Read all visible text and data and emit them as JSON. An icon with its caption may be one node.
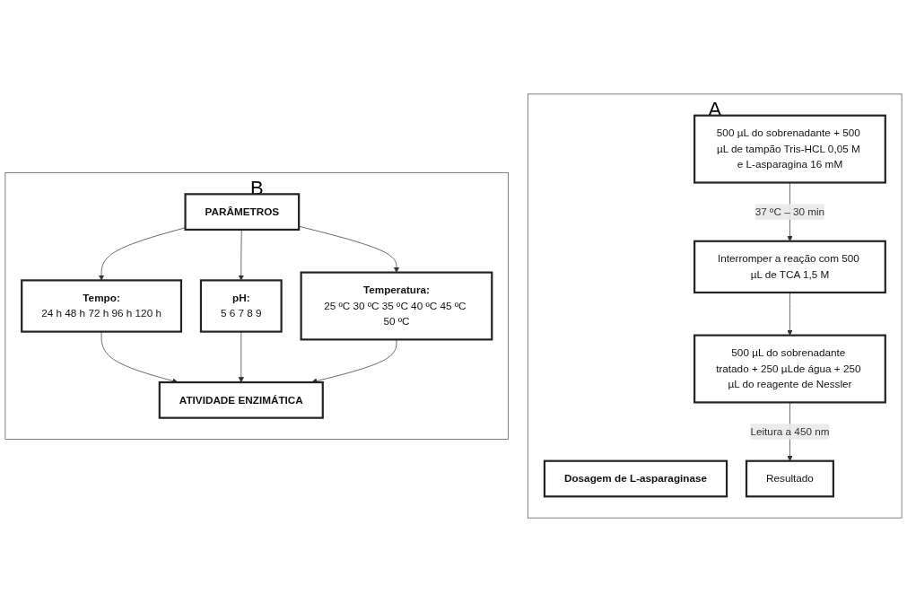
{
  "diagram": {
    "nodes": [
      {
        "text": [
          "A"
        ]
      },
      {
        "text": [
          "Dosagem de L-asparaginase"
        ],
        "in": 0
      },
      {
        "text": [
          "500 µL do sobrenadante + 500 µL de tampão Tris-HCL 0,05 M e L-asparagina 16 mM"
        ],
        "in": 0
      },
      {
        "text": [
          "Interromper a reação com 500 µL de TCA 1,5 M"
        ],
        "in": 0
      },
      {
        "text": [
          "500 µL do sobrenadante tratado + 250 µLde água + 250 µL do reagente de Nessler"
        ],
        "in": 0
      },
      {
        "text": [
          "Resultado"
        ],
        "in": 0
      },
      {
        "text": [
          "B"
        ]
      },
      {
        "text": [
          "PARÂMETROS"
        ],
        "in": 6
      },
      {
        "text": [
          "Tempo:",
          "24 h 48 h 72 h 96 h 120 h"
        ],
        "in": 6
      },
      {
        "text": [
          "pH:",
          "5 6 7 8 9"
        ],
        "in": 6
      },
      {
        "text": [
          "Temperatura:",
          "25 ºC 30 ºC 35 ºC 40 ºC 45 ºC 50 ºC"
        ],
        "in": 6
      },
      {
        "text": [
          "ATIVIDADE ENZIMÁTICA"
        ],
        "in": 6
      }
    ],
    "edges": [
      {
        "from": 2,
        "to": 3,
        "arrow": "to",
        "label": "37 ºC – 30 min"
      },
      {
        "from": 3,
        "to": 4,
        "arrow": "to"
      },
      {
        "from": 4,
        "to": 5,
        "arrow": "to",
        "label": "Leitura a 450 nm"
      },
      {
        "from": 7,
        "to": 8,
        "arrow": "to"
      },
      {
        "from": 7,
        "to": 9,
        "arrow": "to"
      },
      {
        "from": 7,
        "to": 10,
        "arrow": "to"
      },
      {
        "from": 8,
        "to": 11,
        "arrow": "to"
      },
      {
        "from": 9,
        "to": 11,
        "arrow": "to"
      },
      {
        "from": 10,
        "to": 11,
        "arrow": "to"
      }
    ]
  }
}
